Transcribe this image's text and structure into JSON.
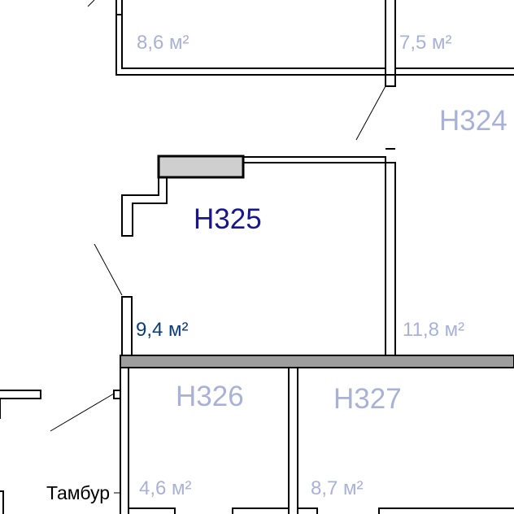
{
  "floor_plan": {
    "colors": {
      "active_name": "#17168f",
      "active_area": "#0c3c7a",
      "inactive_text": "#a9b2d6",
      "wall": "#000000",
      "heavy_wall_fill": "#9e9e9e",
      "radiator_fill": "#cfcfcf"
    },
    "rooms": [
      {
        "name": "",
        "area": "8,6 м²",
        "state": "neighbor"
      },
      {
        "name": "",
        "area": "7,5 м²",
        "state": "neighbor"
      },
      {
        "name": "Н324",
        "area": "11,8 м²",
        "state": "neighbor"
      },
      {
        "name": "Н325",
        "area": "9,4 м²",
        "state": "selected"
      },
      {
        "name": "Н326",
        "area": "4,6 м²",
        "state": "neighbor"
      },
      {
        "name": "Н327",
        "area": "8,7 м²",
        "state": "neighbor"
      }
    ],
    "labels": {
      "vestibule": "Тамбур"
    }
  }
}
